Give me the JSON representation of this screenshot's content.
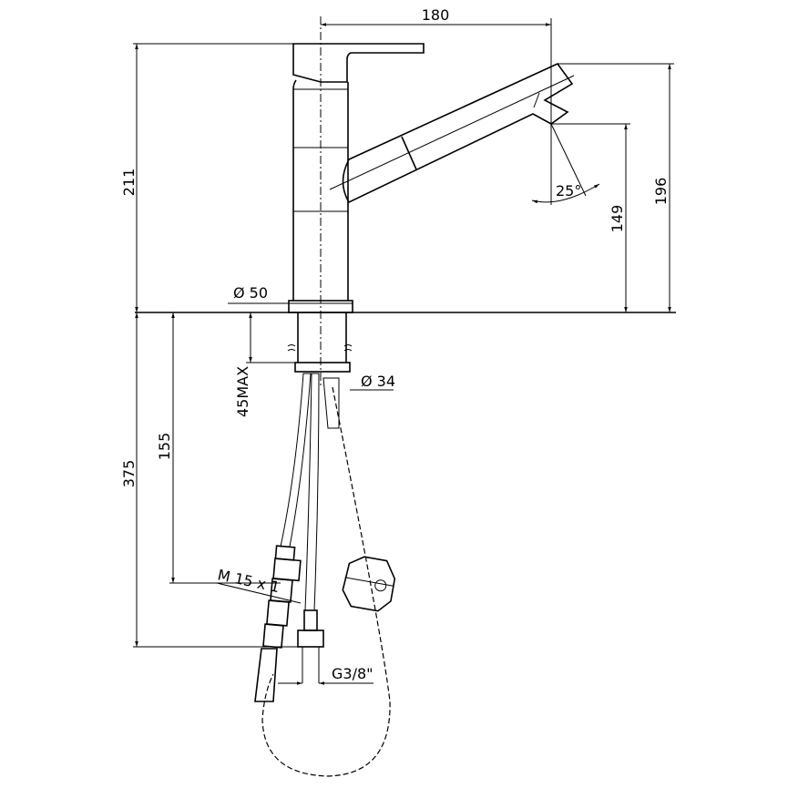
{
  "title": "Kitchen faucet with pull-out spout – dimension drawing",
  "dimensions": {
    "reach": "180",
    "total_height": "211",
    "spout_height": "196",
    "outlet_height": "149",
    "swivel_angle": "25°",
    "base_diameter": "Ø 50",
    "shank_diameter": "Ø 34",
    "max_counter_thickness": "45MAX",
    "connector_length": "155",
    "hose_length": "375",
    "connector_thread": "M 15 x 1",
    "hose_thread": "G3/8\""
  },
  "colors": {
    "line": "#000000",
    "background": "#ffffff"
  }
}
